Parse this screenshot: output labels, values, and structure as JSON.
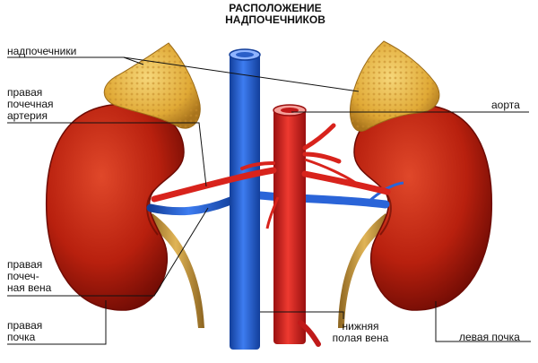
{
  "title": [
    "РАСПОЛОЖЕНИЕ",
    "НАДПОЧЕЧНИКОВ"
  ],
  "labels": {
    "adrenal_glands": [
      "надпочечники"
    ],
    "right_renal_artery": [
      "правая",
      "почечная",
      "артерия"
    ],
    "aorta": [
      "аорта"
    ],
    "right_renal_vein": [
      "правая",
      "почеч-",
      "ная вена"
    ],
    "right_kidney": [
      "правая",
      "почка"
    ],
    "inferior_vena_cava": [
      "нижняя",
      "полая вена"
    ],
    "left_kidney": [
      "левая почка"
    ]
  },
  "colors": {
    "kidney": "#b8200e",
    "kidney_dark": "#7a0d05",
    "adrenal": "#e8b640",
    "vein": "#1f5fd6",
    "artery": "#d61f1f",
    "ureter": "#c89a3a"
  }
}
